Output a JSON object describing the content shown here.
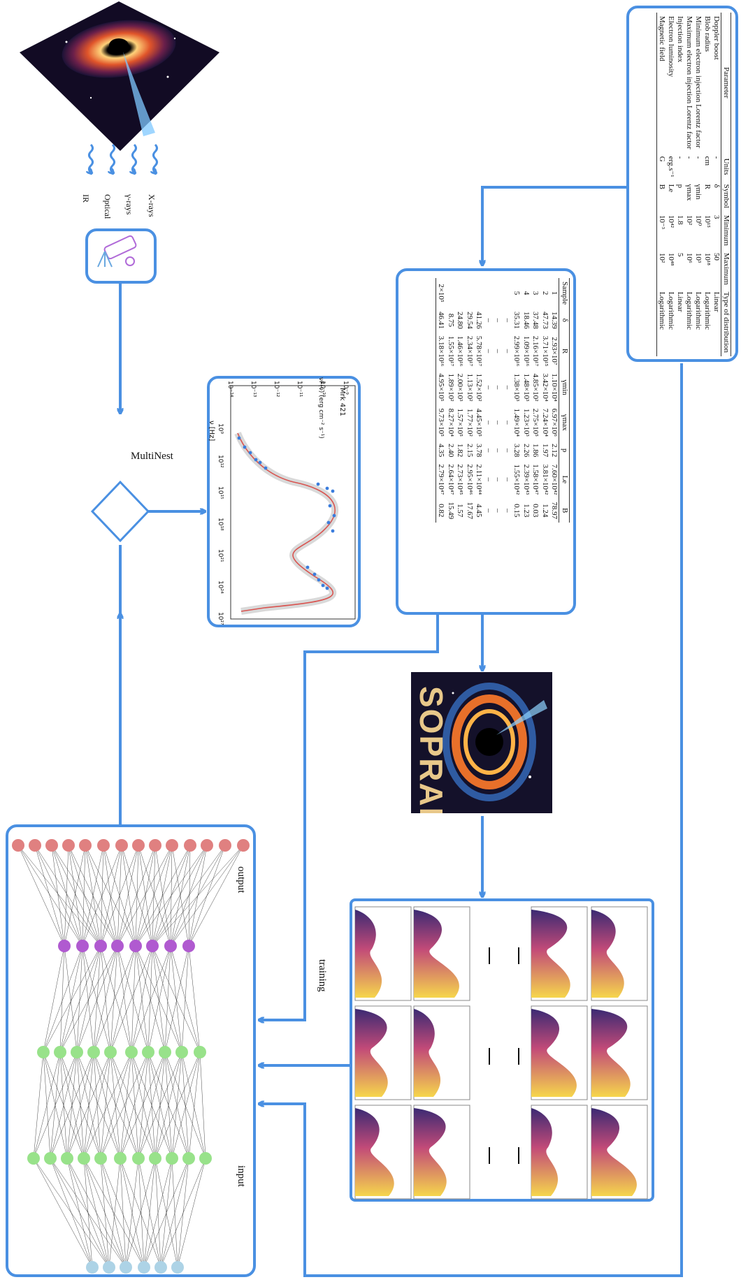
{
  "source": {
    "emissions": [
      "X-rays",
      "γ-rays",
      "Optical",
      "IR"
    ]
  },
  "flow_labels": {
    "sampler": "MultiNest",
    "training": "training",
    "nn_output": "output",
    "nn_input": "input"
  },
  "sed_plot": {
    "source_name": "Mrk 421",
    "ylabel": "νF(ν) (erg cm⁻² s⁻¹)",
    "xlabel": "ν [Hz]",
    "y_ticks": [
      "10⁻⁹",
      "10⁻¹⁰",
      "10⁻¹¹",
      "10⁻¹²",
      "10⁻¹³",
      "10⁻¹⁴"
    ],
    "x_ticks": [
      "10⁹",
      "10¹²",
      "10¹⁵",
      "10¹⁸",
      "10²¹",
      "10²⁴",
      "10²⁷"
    ]
  },
  "param_table": {
    "headers": [
      "Parameter",
      "Units",
      "Symbol",
      "Minimum",
      "Maximum",
      "Type of distribution"
    ],
    "rows": [
      [
        "Doppler boost",
        "-",
        "δ",
        "3",
        "50",
        "Linear"
      ],
      [
        "Blob radius",
        "cm",
        "R",
        "10¹⁵",
        "10¹⁸",
        "Logarithmic"
      ],
      [
        "Minimum electron injection Lorentz factor",
        "-",
        "γmin",
        "10⁰",
        "10³",
        "Logarithmic"
      ],
      [
        "Maximum electron injection Lorentz factor",
        "-",
        "γmax",
        "10²",
        "10⁶",
        "Logarithmic"
      ],
      [
        "Injection index",
        "-",
        "p",
        "1.8",
        "5",
        "Linear"
      ],
      [
        "Electron luminosity",
        "erg.s⁻¹",
        "Le",
        "10⁴²",
        "10⁴⁸",
        "Logarithmic"
      ],
      [
        "Magnetic field",
        "G",
        "B",
        "10⁻³",
        "10²",
        "Logarithmic"
      ]
    ]
  },
  "sample_table": {
    "headers": [
      "Sample",
      "δ",
      "R",
      "γmin",
      "γmax",
      "p",
      "Le",
      "B"
    ],
    "rows": [
      [
        "1",
        "14.39",
        "2.93×10⁷",
        "1.10×10⁴",
        "6.97×10⁶",
        "2.12",
        "7.60×10⁴²",
        "78.97"
      ],
      [
        "2",
        "47.73",
        "3.71×10¹⁵",
        "3.42×10⁴",
        "7.24×10⁴",
        "1.97",
        "3.81×10⁴²",
        "1.24"
      ],
      [
        "3",
        "37.48",
        "2.16×10¹⁷",
        "4.85×10²",
        "2.75×10⁵",
        "1.86",
        "1.58×10⁴⁷",
        "0.03"
      ],
      [
        "4",
        "18.46",
        "1.09×10¹⁶",
        "1.48×10³",
        "1.23×10³",
        "2.26",
        "2.39×10⁴³",
        "1.23"
      ],
      [
        "5",
        "35.31",
        "2.99×10¹⁶",
        "1.38×10³",
        "1.49×10⁴",
        "3.28",
        "1.55×10⁴²",
        "0.15"
      ],
      [
        "",
        "–",
        "–",
        "–",
        "–",
        "–",
        "–",
        "–"
      ],
      [
        "",
        "–",
        "–",
        "–",
        "–",
        "–",
        "–",
        "–"
      ],
      [
        "",
        "–",
        "–",
        "–",
        "–",
        "–",
        "–",
        "–"
      ],
      [
        "",
        "41.26",
        "5.78×10¹⁷",
        "1.52×10²",
        "4.45×10⁵",
        "3.78",
        "2.11×10⁴⁴",
        "4.45"
      ],
      [
        "",
        "29.54",
        "2.34×10¹⁷",
        "1.13×10²",
        "1.77×10²",
        "2.15",
        "2.95×10⁴⁶",
        "17.67"
      ],
      [
        "",
        "24.80",
        "1.46×10¹⁶",
        "2.00×10³",
        "1.57×10⁵",
        "1.82",
        "2.73×10⁴⁵",
        "1.57"
      ],
      [
        "",
        "8.75",
        "1.55×10¹⁷",
        "1.89×10²",
        "8.27×10⁴",
        "2.40",
        "2.64×10⁴⁷",
        "15.49"
      ],
      [
        "2×10⁵",
        "46.41",
        "3.18×10¹⁶",
        "4.95×10⁵",
        "9.73×10⁵",
        "4.35",
        "2.79×10⁴⁷",
        "0.82"
      ]
    ]
  },
  "soprano": {
    "logo_text": "SOPRANO"
  },
  "colors": {
    "arrow": "#4a90e2",
    "nn_output": "#e08080",
    "nn_hidden_a": "#b05ad0",
    "nn_hidden_b": "#98e28a",
    "nn_input": "#add3e6"
  }
}
